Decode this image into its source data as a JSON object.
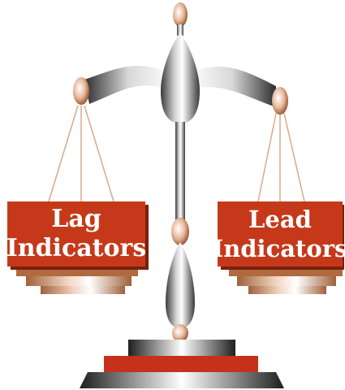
{
  "left_pan": {
    "line1": "Lag",
    "line2": "Indicators"
  },
  "right_pan": {
    "line1": "Lead",
    "line2": "Indicators"
  },
  "colors": {
    "sign_fill": "#c5391a",
    "sign_shadow": "#7a1f0c",
    "pan_copper": "#c98f68",
    "metal_dark": "#4a4a4a",
    "metal_light": "#ffffff",
    "base_red": "#c5311a"
  }
}
